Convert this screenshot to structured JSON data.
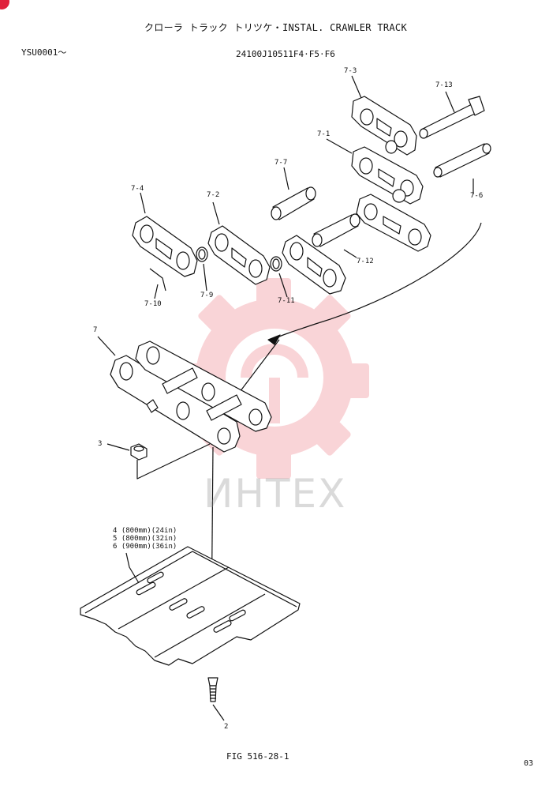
{
  "header": {
    "title": "クローラ トラック トリツケ・INSTAL. CRAWLER TRACK",
    "serial": "YSU0001〜",
    "model": "24100J10511F4·F5·F6"
  },
  "callouts": {
    "c7_3": "7-3",
    "c7_13": "7-13",
    "c7_1": "7-1",
    "c7_7": "7-7",
    "c7_6": "7-6",
    "c7_4": "7-4",
    "c7_2": "7-2",
    "c7_12": "7-12",
    "c7_10": "7-10",
    "c7_9": "7-9",
    "c7_11": "7-11",
    "c7": "7",
    "c3": "3",
    "c2": "2"
  },
  "shoe_variants": [
    "4 (800mm)(24in)",
    "5 (800mm)(32in)",
    "6 (900mm)(36in)"
  ],
  "watermark": "ИНТЕХ",
  "footer": {
    "figure": "FIG 516-28-1",
    "page": "03"
  },
  "colors": {
    "ink": "#111111",
    "watermark_red": "#e8404f",
    "watermark_gray": "#b4b4b4"
  }
}
